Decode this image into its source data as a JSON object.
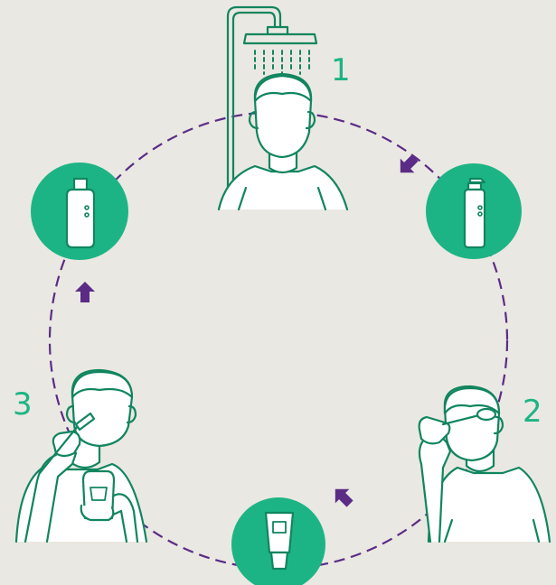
{
  "colors": {
    "background": "#eae8e2",
    "accent_green": "#1db485",
    "line_green": "#11855f",
    "arrow_purple": "#5b2c86",
    "cycle_dashes": "#5b2c86",
    "icon_fill": "#ffffff"
  },
  "steps": [
    {
      "number": "1",
      "icon": "person-showering-icon"
    },
    {
      "number": "2",
      "icon": "person-applying-cotton-swab-icon"
    },
    {
      "number": "3",
      "icon": "person-shaving-holding-tube-icon"
    }
  ],
  "products": [
    {
      "icon": "pump-bottle-icon"
    },
    {
      "icon": "cream-tube-icon"
    },
    {
      "icon": "lotion-bottle-icon"
    }
  ],
  "arrows": [
    {
      "icon": "arrow-down-right-icon"
    },
    {
      "icon": "arrow-down-left-icon"
    },
    {
      "icon": "arrow-up-icon"
    }
  ]
}
